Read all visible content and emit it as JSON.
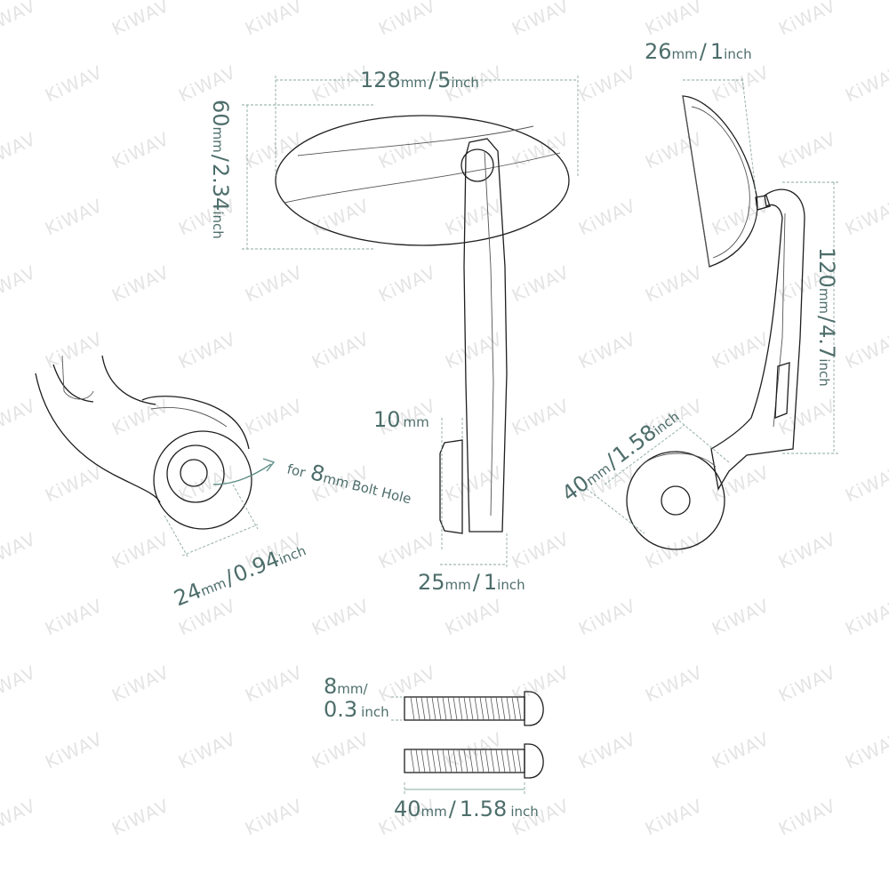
{
  "watermark": "KiWAV",
  "colors": {
    "dimension_text": "#4d6e6b",
    "dimension_line": "#8aa8a3",
    "outline": "#1e1e1e",
    "watermark": "#e4e4e4"
  },
  "dimensions": {
    "width": {
      "value": "128",
      "unit_mm": "mm",
      "sep": "/",
      "inch_value": "5",
      "unit_inch": "inch"
    },
    "height": {
      "value": "60",
      "unit_mm": "mm",
      "sep": "/",
      "inch_value": "2.34",
      "unit_inch": "inch"
    },
    "depth": {
      "value": "26",
      "unit_mm": "mm",
      "sep": "/",
      "inch_value": "1",
      "unit_inch": "inch"
    },
    "arm_length": {
      "value": "120",
      "unit_mm": "mm",
      "sep": "/",
      "inch_value": "4.7",
      "unit_inch": "inch"
    },
    "mount_width": {
      "value": "40",
      "unit_mm": "mm",
      "sep": "/",
      "inch_value": "1.58",
      "unit_inch": "inch"
    },
    "plug_thickness": {
      "value": "10",
      "unit_mm": "mm"
    },
    "plug_diameter": {
      "value": "25",
      "unit_mm": "mm",
      "sep": "/",
      "inch_value": "1",
      "unit_inch": "inch"
    },
    "clamp_diameter": {
      "value": "24",
      "unit_mm": "mm",
      "sep": "/",
      "inch_value": "0.94",
      "unit_inch": "inch"
    },
    "bolt_hole_note": {
      "prefix": "for",
      "value": "8",
      "unit_mm": "mm",
      "suffix": "Bolt Hole"
    },
    "bolt_diameter": {
      "value": "8",
      "unit_mm": "mm",
      "sep": "/",
      "inch_value": "0.3",
      "unit_inch": "inch"
    },
    "bolt_length": {
      "value": "40",
      "unit_mm": "mm",
      "sep": "/",
      "inch_value": "1.58",
      "unit_inch": "inch"
    }
  }
}
